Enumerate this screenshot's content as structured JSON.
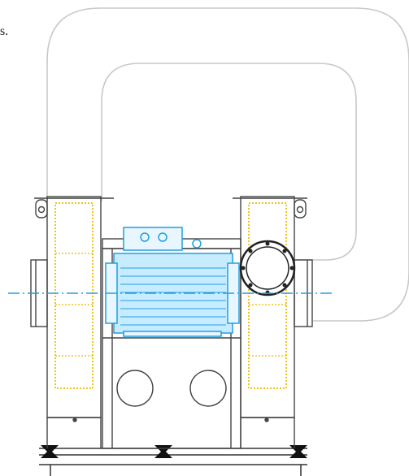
{
  "corner_text": "s.",
  "colors": {
    "duct": "#c8c8c8",
    "housing": "#444444",
    "motor": "#1f9fe0",
    "motor_fill": "#c8ecff",
    "wheel": "#f0c51a",
    "centerline": "#1f9fe0",
    "flange": "#222222",
    "base": "#333333"
  },
  "components": [
    "duct-loop",
    "left-fan-housing",
    "right-fan-housing",
    "electric-motor",
    "motor-frame",
    "outlet-flange",
    "base-frame",
    "access-port-left",
    "access-port-right",
    "shaft-centerline"
  ]
}
